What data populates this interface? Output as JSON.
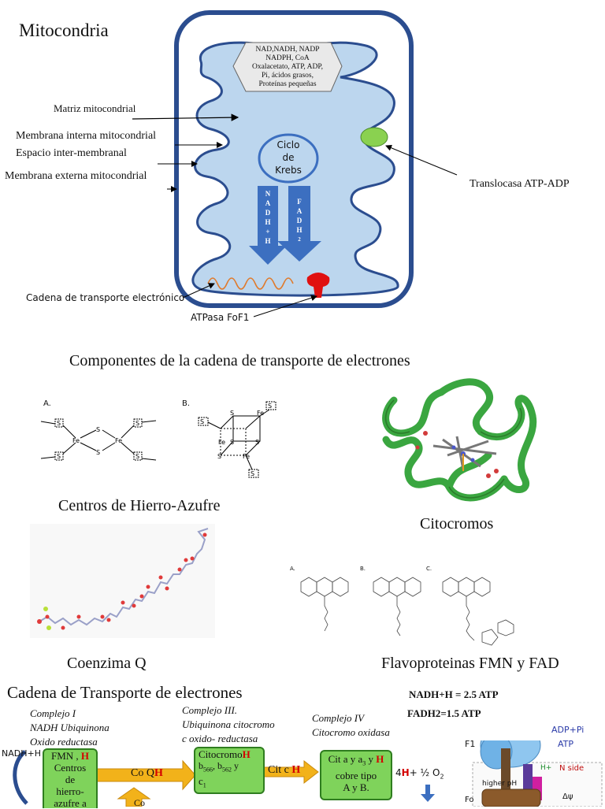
{
  "mito": {
    "title": "Mitocondria",
    "hex_lines": [
      "NAD,NADH, NADP",
      "NADPH, CoA",
      "Oxalacetato, ATP, ADP,",
      "Pi, ácidos grasos,",
      "Proteínas pequeñas"
    ],
    "krebs_lines": [
      "Ciclo",
      "de",
      "Krebs"
    ],
    "nadh_arrow": [
      "N",
      "A",
      "D",
      "H",
      "+",
      "H"
    ],
    "fadh_arrow": [
      "F",
      "A",
      "D",
      "H",
      "2"
    ],
    "labels": {
      "matriz": "Matriz mitocondrial",
      "interna": "Membrana interna mitocondrial",
      "espacio": "Espacio inter-membranal",
      "externa": "Membrana externa mitocondrial",
      "translocasa": "Translocasa ATP-ADP",
      "cadena": "Cadena de transporte electrónico",
      "atpasa": "ATPasa FoF1"
    }
  },
  "components": {
    "heading": "Componentes de la cadena de transporte de electrones",
    "fes_label": "Centros de Hierro-Azufre",
    "fes_a": "A.",
    "fes_b": "B.",
    "citocromos_label": "Citocromos",
    "coq_label": "Coenzima Q",
    "flavo_label": "Flavoproteinas FMN y FAD",
    "flavo_a": "A.",
    "flavo_b": "B.",
    "flavo_c": "C."
  },
  "chain": {
    "heading": "Cadena de Transporte de electrones",
    "c1": [
      "Complejo I",
      "NADH Ubiquinona",
      "Oxido reductasa"
    ],
    "c3": [
      "Complejo III.",
      "Ubiquinona citocromo",
      "c oxido- reductasa"
    ],
    "c4": [
      "Complejo IV",
      "Citocromo oxidasa"
    ],
    "nadh_in": "NADH+H",
    "fmn_box": [
      "FMN ,",
      "Centros",
      "de",
      "hierro-",
      "azufre a"
    ],
    "h": "H",
    "coqh": "Co Q",
    "co": "Co",
    "cito_box": [
      "Citocromo",
      "b566, b562 y",
      "c1"
    ],
    "citc": "Cit c ",
    "cita_box": [
      "Cit a y a3 y",
      "cobre tipo",
      "A y B."
    ],
    "o2": "4H +  ½ O2",
    "nadh_atp": "NADH+H = 2.5 ATP",
    "fadh_atp": "FADH2=1.5 ATP",
    "atp_labels": {
      "adp": "ADP+Pi",
      "atp": "ATP",
      "f1": "F1",
      "hplus": "H+",
      "higher": "higher pH",
      "nside": "N side",
      "fo": "Fo",
      "dpsi": "Δψ"
    }
  },
  "colors": {
    "membrane": "#2b4d8f",
    "matrix": "#bcd6ee",
    "arrow": "#3c6fc0",
    "green": "#7fd35b",
    "orange": "#f2b21a",
    "protein": "#3aa640"
  }
}
